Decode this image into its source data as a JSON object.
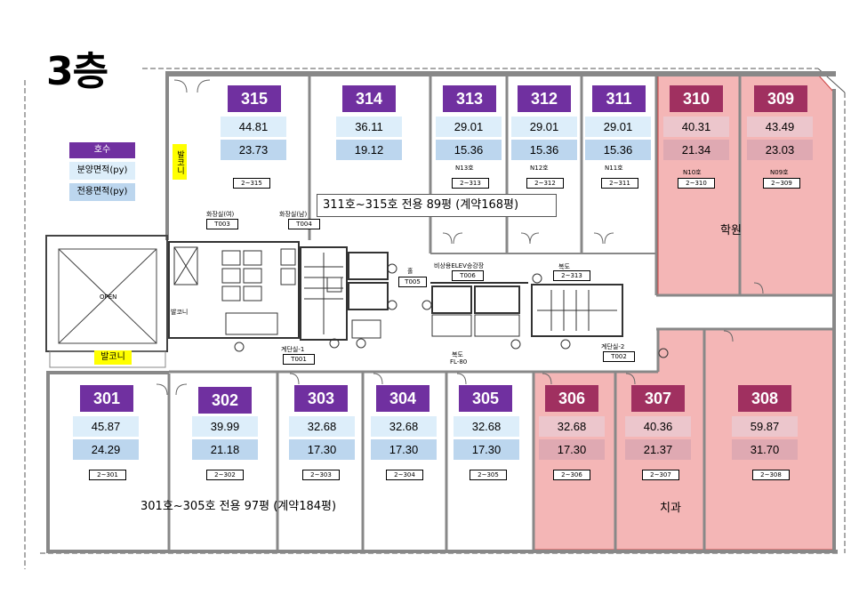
{
  "floor_title": "3층",
  "legend": {
    "unit": "호수",
    "sale_area": "분양면적(py)",
    "exclusive_area": "전용면적(py)"
  },
  "top_units": [
    {
      "num": "315",
      "sale": "44.81",
      "excl": "23.73",
      "code": "2~315",
      "pink": false
    },
    {
      "num": "314",
      "sale": "36.11",
      "excl": "19.12",
      "code": "",
      "pink": false
    },
    {
      "num": "313",
      "sale": "29.01",
      "excl": "15.36",
      "code": "2~313",
      "sub": "N13호",
      "pink": false
    },
    {
      "num": "312",
      "sale": "29.01",
      "excl": "15.36",
      "code": "2~312",
      "sub": "N12호",
      "pink": false
    },
    {
      "num": "311",
      "sale": "29.01",
      "excl": "15.36",
      "code": "2~311",
      "sub": "N11호",
      "pink": false
    },
    {
      "num": "310",
      "sale": "40.31",
      "excl": "21.34",
      "code": "2~310",
      "sub": "N10호",
      "pink": true
    },
    {
      "num": "309",
      "sale": "43.49",
      "excl": "23.03",
      "code": "2~309",
      "sub": "N09호",
      "pink": true
    }
  ],
  "bottom_units": [
    {
      "num": "301",
      "sale": "45.87",
      "excl": "24.29",
      "code": "2~301",
      "pink": false
    },
    {
      "num": "302",
      "sale": "39.99",
      "excl": "21.18",
      "code": "2~302",
      "pink": false
    },
    {
      "num": "303",
      "sale": "32.68",
      "excl": "17.30",
      "code": "2~303",
      "pink": false
    },
    {
      "num": "304",
      "sale": "32.68",
      "excl": "17.30",
      "code": "2~304",
      "pink": false
    },
    {
      "num": "305",
      "sale": "32.68",
      "excl": "17.30",
      "code": "2~305",
      "pink": false
    },
    {
      "num": "306",
      "sale": "32.68",
      "excl": "17.30",
      "code": "2~306",
      "pink": true
    },
    {
      "num": "307",
      "sale": "40.36",
      "excl": "21.37",
      "code": "2~307",
      "pink": true
    },
    {
      "num": "308",
      "sale": "59.87",
      "excl": "31.70",
      "code": "2~308",
      "pink": true
    }
  ],
  "notes": {
    "top_group": "311호~315호 전용 89평 (계약168평)",
    "bottom_group": "301호~305호 전용 97평 (계약184평)",
    "academy": "학원",
    "dental": "치과"
  },
  "labels": {
    "balcony_left": "발코니",
    "balcony_vertical": "발코니",
    "restroom_f": "화장실(여)",
    "restroom_f_code": "T003",
    "restroom_m": "화장실(남)",
    "restroom_m_code": "T004",
    "stair1": "계단실-1",
    "stair1_code": "T001",
    "stair2": "계단실-2",
    "stair2_code": "T002",
    "hall": "홀",
    "hall_code": "T005",
    "elev": "비상용ELEV승강장",
    "elev_code": "T006",
    "corridor_top": "복도",
    "corridor_top_code": "2~313",
    "corridor_mid": "복도",
    "corridor_mid_code": "FL-80",
    "open": "OPEN",
    "small_bal": "발코니"
  },
  "colors": {
    "purple": "#7030a0",
    "pink_header": "#a03060",
    "pink_fill": "#f4b6b6",
    "sale_blue": "#ddeefa",
    "excl_blue": "#bcd6ee",
    "note_yellow": "#ffff00"
  }
}
